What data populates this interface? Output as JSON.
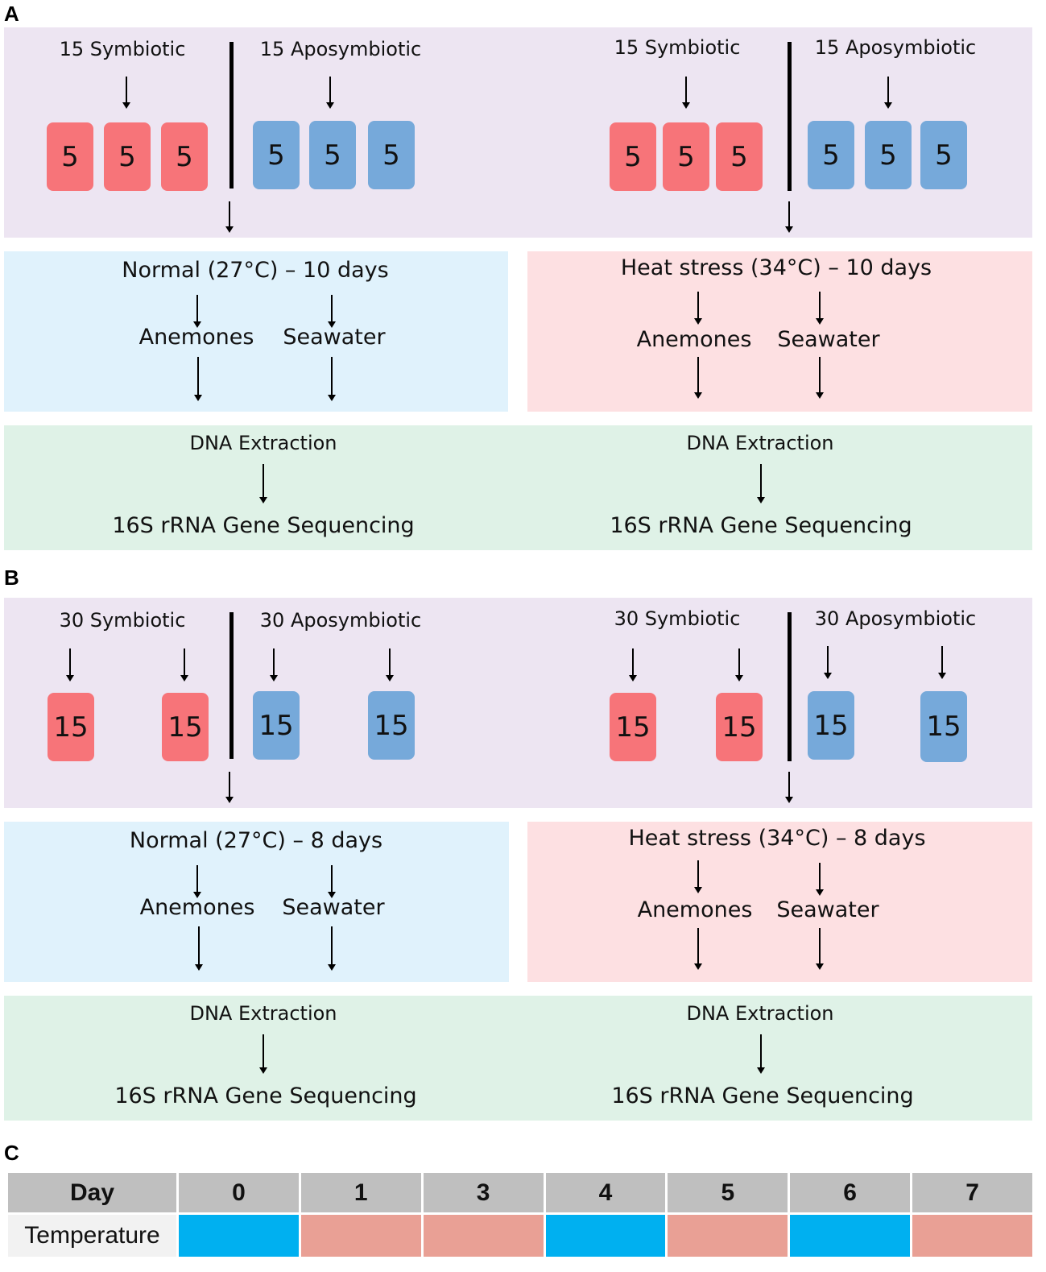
{
  "panels": {
    "a": {
      "letter": "A",
      "groups": {
        "left_symbiotic": "15 Symbiotic",
        "left_aposymbiotic": "15 Aposymbiotic",
        "right_symbiotic": "15 Symbiotic",
        "right_aposymbiotic": "15 Aposymbiotic"
      },
      "tank_count": "5",
      "normal": "Normal (27°C) – 10 days",
      "heat": "Heat stress (34°C) – 10 days",
      "anemones": "Anemones",
      "seawater": "Seawater",
      "dna": "DNA Extraction",
      "seq": "16S rRNA Gene Sequencing"
    },
    "b": {
      "letter": "B",
      "groups": {
        "left_symbiotic": "30 Symbiotic",
        "left_aposymbiotic": "30 Aposymbiotic",
        "right_symbiotic": "30 Symbiotic",
        "right_aposymbiotic": "30 Aposymbiotic"
      },
      "tank_count": "15",
      "normal": "Normal (27°C) – 8 days",
      "heat": "Heat stress (34°C) – 8 days",
      "anemones": "Anemones",
      "seawater": "Seawater",
      "dna": "DNA Extraction",
      "seq": "16S rRNA Gene Sequencing"
    },
    "c": {
      "letter": "C",
      "day_header": "Day",
      "temperature_label": "Temperature",
      "days": [
        "0",
        "1",
        "3",
        "4",
        "5",
        "6",
        "7"
      ],
      "temperature_states": [
        "normal",
        "heat",
        "heat",
        "normal",
        "heat",
        "normal",
        "heat"
      ]
    }
  },
  "colors": {
    "symbiotic": "#f77479",
    "aposymbiotic": "#76a9da",
    "normal_bg": "#e0f2fc",
    "heat_bg": "#fde0e2",
    "process_bg": "#dff2e7",
    "groups_bg": "#ede5f2",
    "normal_temp": "#00b0f0",
    "heat_temp": "#e9a095"
  }
}
